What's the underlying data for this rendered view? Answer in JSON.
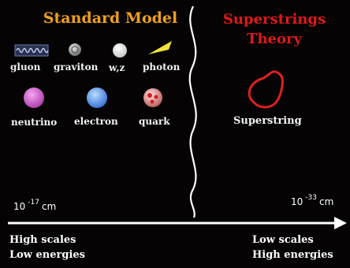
{
  "left_panel": {
    "title": "Standard Model",
    "title_color": "#f0a020",
    "particles": [
      {
        "label": "gluon",
        "icon": "spring-icon"
      },
      {
        "label": "graviton",
        "icon": "grey-ball-icon"
      },
      {
        "label": "w,z",
        "icon": "white-ball-icon"
      },
      {
        "label": "photon",
        "icon": "yellow-wedge-icon"
      },
      {
        "label": "neutrino",
        "icon": "magenta-ball-icon"
      },
      {
        "label": "electron",
        "icon": "blue-ball-icon"
      },
      {
        "label": "quark",
        "icon": "quark-ball-icon"
      }
    ]
  },
  "right_panel": {
    "title_line1": "Superstrings",
    "title_line2": "Theory",
    "title_color": "#e01818",
    "string_label": "Superstring",
    "string_color": "#e02020"
  },
  "scale": {
    "left_base": "10",
    "left_exp": "-17",
    "left_unit": "cm",
    "right_base": "10",
    "right_exp": "-33",
    "right_unit": "cm"
  },
  "axis": {
    "left_line1": "High scales",
    "left_line2": "Low energies",
    "right_line1": "Low scales",
    "right_line2": "High energies"
  }
}
